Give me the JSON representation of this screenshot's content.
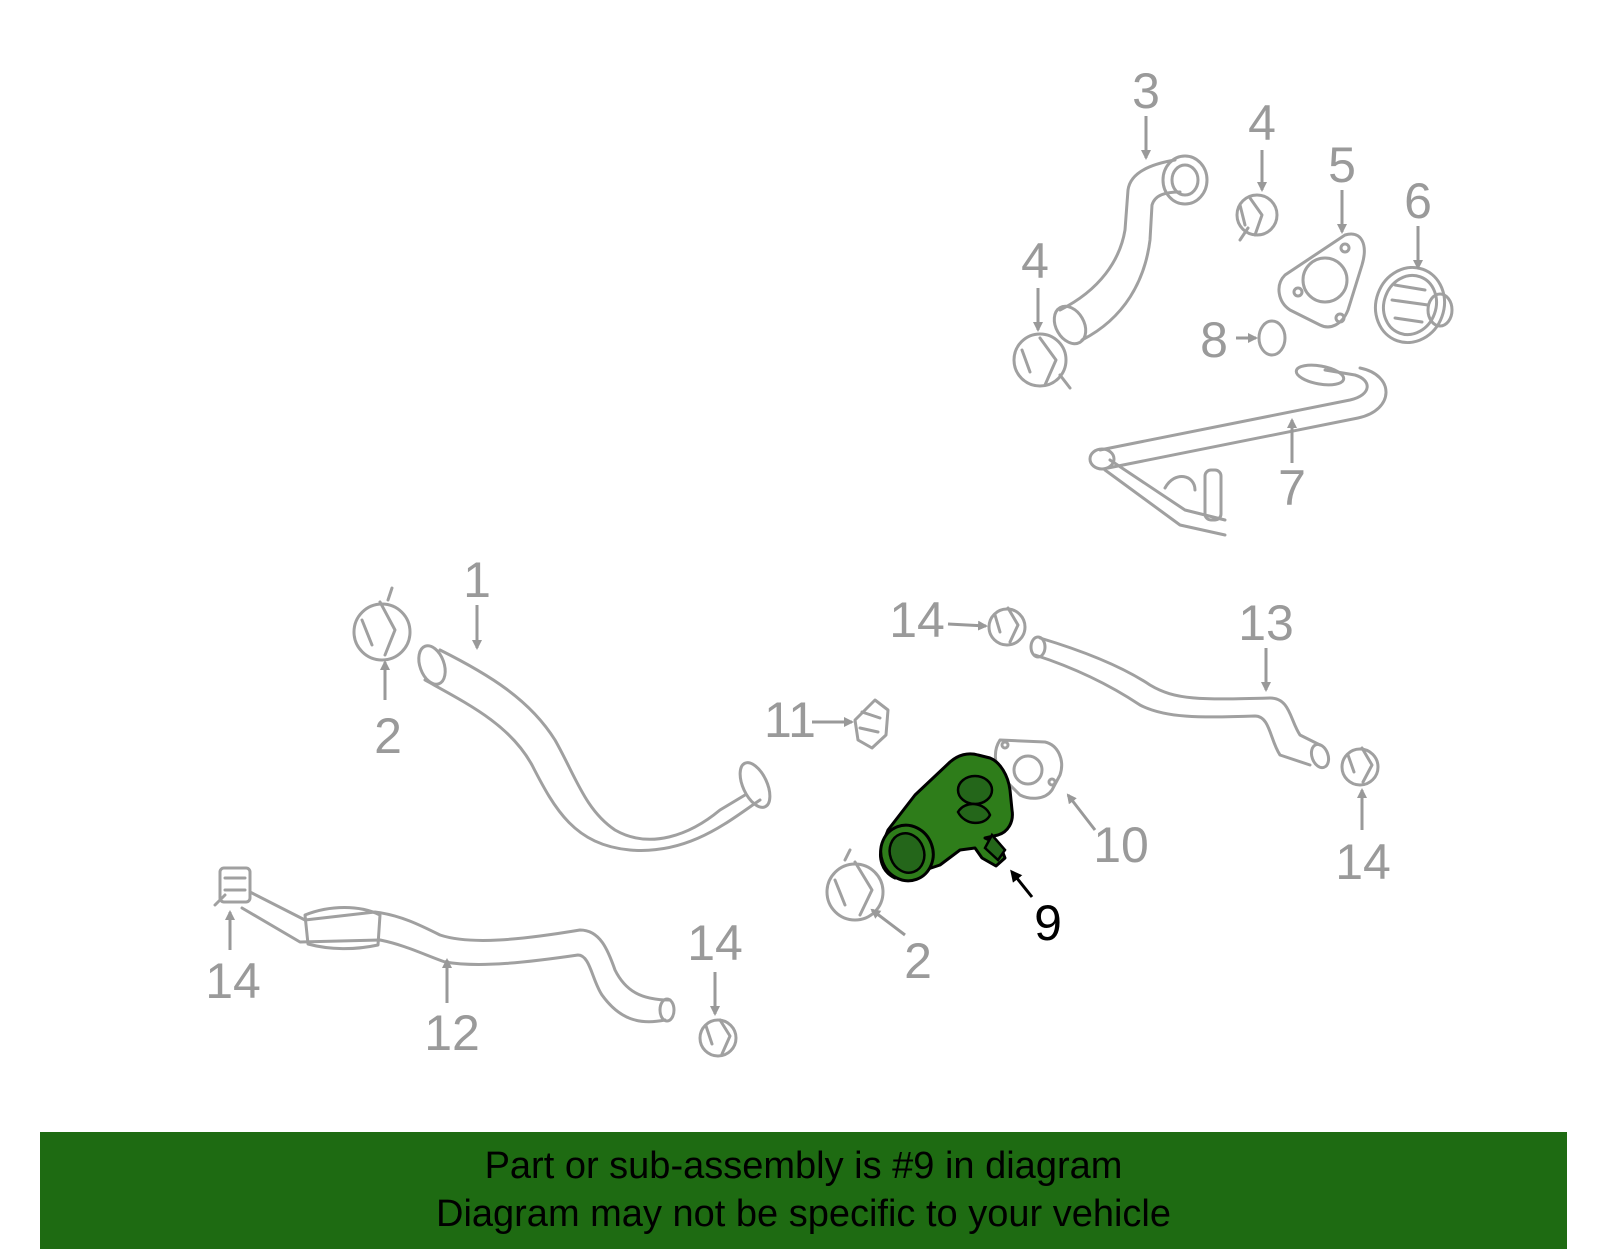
{
  "callouts": {
    "c1": "1",
    "c2a": "2",
    "c2b": "2",
    "c3": "3",
    "c4a": "4",
    "c4b": "4",
    "c5": "5",
    "c6": "6",
    "c7": "7",
    "c8": "8",
    "c9": "9",
    "c10": "10",
    "c11": "11",
    "c12": "12",
    "c13": "13",
    "c14a": "14",
    "c14b": "14",
    "c14c": "14",
    "c14d": "14"
  },
  "highlight": {
    "part": "9",
    "color": "#2e7d1a"
  },
  "banner": {
    "line1": "Part or sub-assembly is #9 in diagram",
    "line2": "Diagram may not be specific to your vehicle",
    "background": "#1e6b12"
  }
}
